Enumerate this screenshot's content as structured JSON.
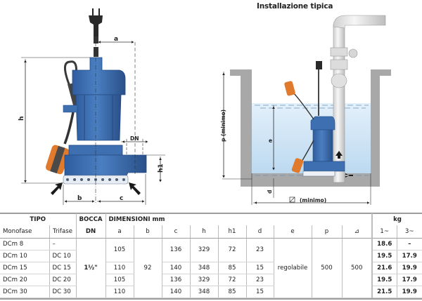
{
  "diagram": {
    "pump_labels": {
      "a": "a",
      "h": "h",
      "dn": "DN",
      "h1": "h1",
      "b": "b",
      "c": "c"
    },
    "installation": {
      "title": "Installazione tipica",
      "p_label": "p  (minimo)",
      "e_label": "e",
      "d_label": "d",
      "min_label": "(minimo)",
      "square_icon": "square-diagonal-icon"
    },
    "colors": {
      "pump_blue": "#3e6fb0",
      "pump_dark": "#2a5089",
      "float_orange": "#e07a2c",
      "water": "#cfe4f5",
      "wall_gray": "#a8a8a8",
      "pipe": "#e8e8e8"
    }
  },
  "table": {
    "header_groups": {
      "tipo": "TIPO",
      "bocca": "BOCCA",
      "dimensioni": "DIMENSIONI mm",
      "kg": "kg"
    },
    "columns": {
      "monofase": "Monofase",
      "trifase": "Trifase",
      "dn": "DN",
      "a": "a",
      "b": "b",
      "c": "c",
      "h": "h",
      "h1": "h1",
      "d": "d",
      "e": "e",
      "p": "p",
      "sq": "⊿",
      "kg1": "1~",
      "kg3": "3~"
    },
    "rows": [
      {
        "monofase": "DCm 8",
        "trifase": "–",
        "kg1": "18.6",
        "kg3": "–"
      },
      {
        "monofase": "DCm 10",
        "trifase": "DC 10",
        "kg1": "19.5",
        "kg3": "17.9"
      },
      {
        "monofase": "DCm 15",
        "trifase": "DC 15",
        "kg1": "21.6",
        "kg3": "19.9"
      },
      {
        "monofase": "DCm 20",
        "trifase": "DC 20",
        "kg1": "19.5",
        "kg3": "17.9"
      },
      {
        "monofase": "DCm 30",
        "trifase": "DC 30",
        "kg1": "21.5",
        "kg3": "19.9"
      }
    ],
    "merged": {
      "dn": "1½\"",
      "a_1_2": "105",
      "a_3": "110",
      "a_4": "105",
      "a_5": "110",
      "b": "92",
      "c_1_2": "136",
      "c_3": "140",
      "c_4": "136",
      "c_5": "140",
      "h_1_2": "329",
      "h_3": "348",
      "h_4": "329",
      "h_5": "348",
      "h1_1_2": "72",
      "h1_3": "85",
      "h1_4": "72",
      "h1_5": "85",
      "d_1_2": "23",
      "d_3": "15",
      "d_4": "23",
      "d_5": "15",
      "e": "regolabile",
      "p": "500",
      "sq": "500"
    }
  }
}
